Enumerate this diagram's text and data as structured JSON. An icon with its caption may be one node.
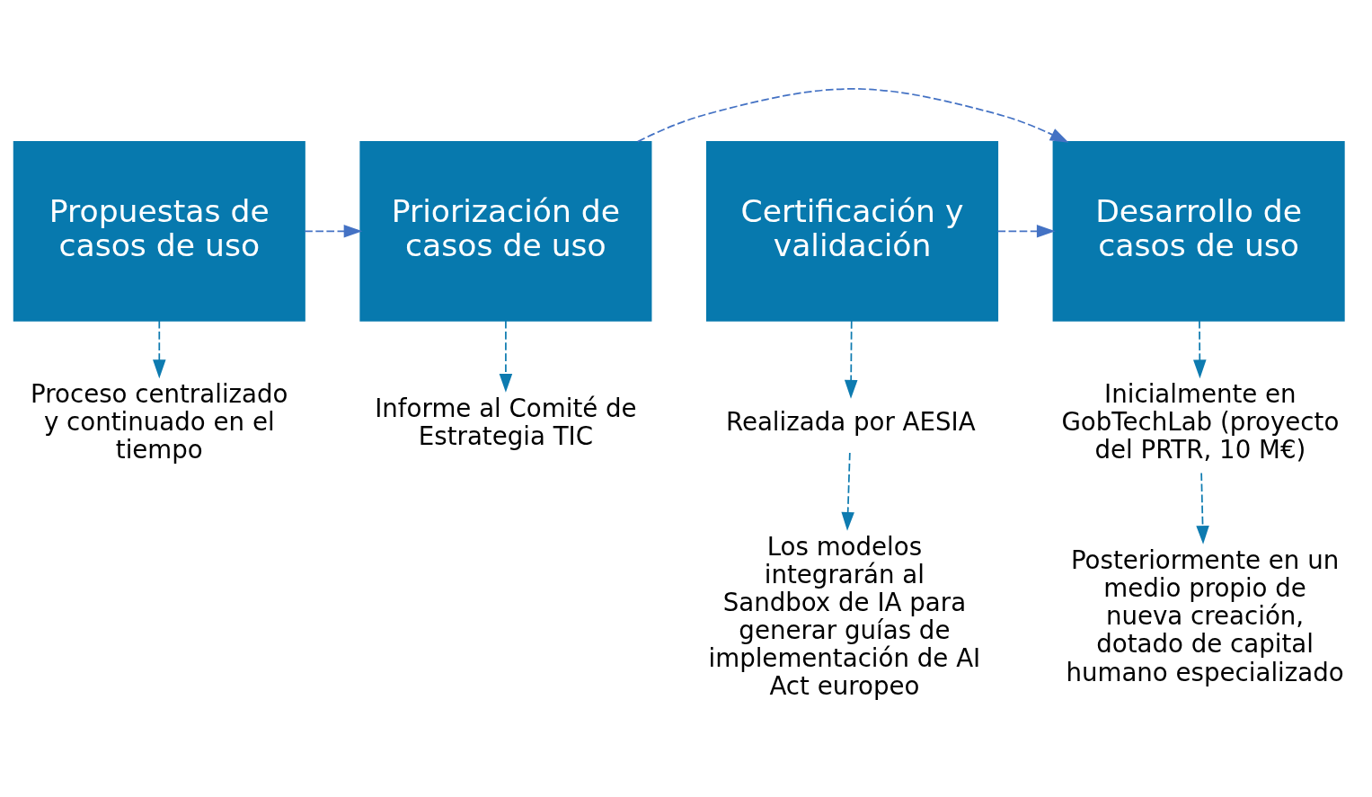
{
  "diagram": {
    "nodes": [
      {
        "text": [
          "Propuestas de casos de uso"
        ]
      },
      {
        "text": [
          "Priorización de casos de uso"
        ]
      },
      {
        "text": [
          "Desarrollo de casos de uso"
        ]
      },
      {
        "text": [
          "Certificación y validación"
        ]
      },
      {
        "text": [
          "Proceso centralizado y continuado en el tiempo"
        ]
      },
      {
        "text": [
          "Informe al Comité de Estrategia TIC"
        ]
      },
      {
        "text": [
          "Inicialmente en GobTechLab (proyecto del PRTR, 10 M€)"
        ]
      },
      {
        "text": [
          "Posteriormente en un medio propio de nueva creación, dotado de capital humano especializado"
        ]
      },
      {
        "text": [
          "Realizada por AESIA"
        ]
      },
      {
        "text": [
          "Los modelos integrarán al Sandbox de IA para generar guías de implementación de AI Act europeo"
        ]
      }
    ],
    "edges": [
      {
        "from": 0,
        "to": 1,
        "arrow": "to",
        "style": "dashed",
        "color": "#4472c4"
      },
      {
        "from": 1,
        "to": 2,
        "arrow": "to",
        "style": "dashed",
        "color": "#4472c4"
      },
      {
        "from": 3,
        "to": 2,
        "arrow": "to",
        "style": "dashed",
        "color": "#4472c4"
      },
      {
        "from": 0,
        "to": 4,
        "arrow": "to",
        "style": "dashed"
      },
      {
        "from": 1,
        "to": 5,
        "arrow": "to",
        "style": "dashed"
      },
      {
        "from": 2,
        "to": 6,
        "arrow": "to",
        "style": "dashed"
      },
      {
        "from": 6,
        "to": 7,
        "arrow": "to",
        "style": "dashed"
      },
      {
        "from": 3,
        "to": 8,
        "arrow": "to",
        "style": "dashed"
      },
      {
        "from": 8,
        "to": 9,
        "arrow": "to",
        "style": "dashed"
      }
    ]
  }
}
